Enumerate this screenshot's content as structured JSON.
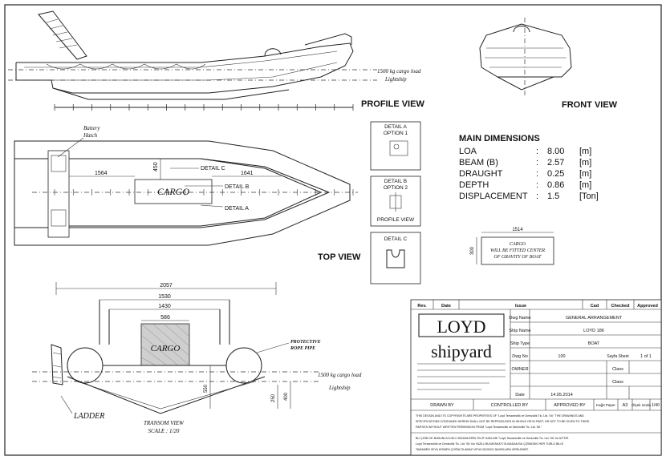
{
  "views": {
    "profile": "PROFILE VIEW",
    "front": "FRONT VIEW",
    "top": "TOP VIEW",
    "transom_title": "TRANSOM VIEW",
    "transom_scale": "SCALE : 1/20"
  },
  "profile_notes": {
    "load_line": "1500 kg cargo load",
    "lightship": "Lightship"
  },
  "top_notes": {
    "battery": "Battery",
    "hatch": "Hatch",
    "dim_1564": "1564",
    "dim_450": "450",
    "dim_1641": "1641",
    "cargo": "CARGO",
    "detail_c": "DETAIL C",
    "detail_b": "DETAIL B",
    "detail_a": "DETAIL A"
  },
  "details": {
    "a_title": "DETAIL A",
    "a_option": "OPTION 1",
    "b_title": "DETAIL B",
    "b_option": "OPTION 2",
    "b_view": "PROFILE VIEW",
    "c_title": "DETAIL C"
  },
  "main_dimensions": {
    "title": "MAIN DIMENSIONS",
    "rows": [
      {
        "label": "LOA",
        "sep": ":",
        "value": "8.00",
        "unit": "[m]"
      },
      {
        "label": "BEAM (B)",
        "sep": ":",
        "value": "2.57",
        "unit": "[m]"
      },
      {
        "label": "DRAUGHT",
        "sep": ":",
        "value": "0.25",
        "unit": "[m]"
      },
      {
        "label": "DEPTH",
        "sep": ":",
        "value": "0.86",
        "unit": "[m]"
      },
      {
        "label": "DISPLACEMENT",
        "sep": ":",
        "value": "1.5",
        "unit": "[Ton]"
      }
    ]
  },
  "cargo_note": {
    "dim_w": "1514",
    "dim_h": "300",
    "line1": "CARGO",
    "line2": "WILL BE FITTED CENTER",
    "line3": "OF GRAVITY OF BOAT"
  },
  "transom": {
    "dim_2057": "2057",
    "dim_1530": "1530",
    "dim_1430": "1430",
    "dim_586": "586",
    "cargo": "CARGO",
    "protective": "PROTECTIVE",
    "pipe": "ROPE PIPE",
    "load_line": "1500 kg cargo load",
    "lightship": "Lightship",
    "dim_550": "550",
    "dim_250": "250",
    "dim_400": "400",
    "ladder": "LADDER"
  },
  "title_block": {
    "headers": [
      "Rev.",
      "Date",
      "Issue",
      "Cad",
      "Checked",
      "Approved"
    ],
    "logo_line1": "LOYD",
    "logo_line2": "shipyard",
    "dwg_name_label": "Dwg Name",
    "dwg_name": "GENERAL ARRANGEMENT",
    "ship_name_label": "Ship Name",
    "ship_name": "LOYD 186",
    "ship_type_label": "Ship Type",
    "ship_type": "BOAT",
    "dwg_no_label": "Dwg No",
    "dwg_no": "100",
    "sheet_label": "Sayfa Sheet",
    "sheet": "1 of 1",
    "owner_label": "OWNER",
    "class_label": "Class",
    "date_label": "Date",
    "date": "14.05.2014",
    "drawn_by": "DRAWN BY",
    "controlled_by": "CONTROLLED BY",
    "approved_by": "APPROVED BY",
    "paper_label": "Kağıt Paper",
    "paper": "A3",
    "scale_label": "Ölçek Scale",
    "scale": "1/40",
    "copyright_1": "THIS DESIGN AND ITS COPYRIGHTS ARE PROPERTIES OF \"Loyd Tersanecilik ve Denizcilik Tic. Ltd. Sti.\" THE DRAWINGS AND",
    "copyright_2": "SPECIFICATIONS CONTAINED HEREIN SHALL NOT BE REPRODUCED IN WHOLE OR IN PART, OR NOT TO BE GIVEN TO THIRD",
    "copyright_3": "PARTIES WITHOUT WRITTEN PERMISSION FROM \"Loyd Tersanecilik ve Denizcilik Tic. Ltd. Sti.\"",
    "copyright_4": "BU ÇİZİM VE BUNUNLA İLGİLİ HÜKÜMLERİN TELİF HAKLARI \"Loyd Tersanecilik ve Denizcilik Tic. Ltd. Sti.\"ne AİTTİR.",
    "copyright_5": "Loyd Tersanecilik ve Denizcilik Tic. Ltd. Sti.'nin YAZILI MUVAFAKATİ OLMADAN BU ÇİZİMDEKİ HER TÜRLÜ BİLGİ",
    "copyright_6": "TAMAMEN VEYA KISMEN ÇOĞALTILAMAZ VEYA ÜÇÜNCÜ ŞAHISLARA VERİLEMEZ."
  }
}
